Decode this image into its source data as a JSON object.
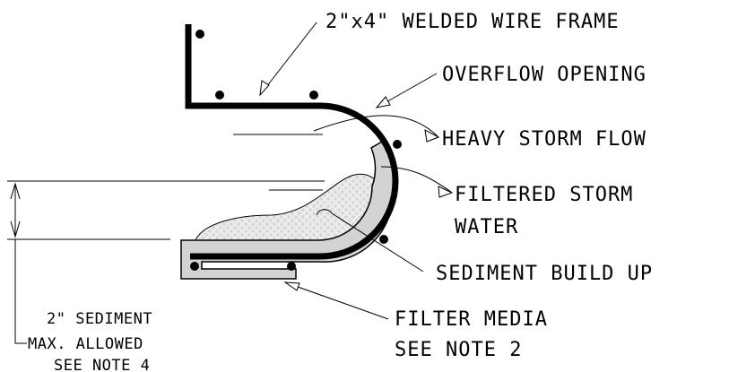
{
  "labels": {
    "frame": "2\"x4\" WELDED WIRE FRAME",
    "overflow": "OVERFLOW OPENING",
    "heavy_flow": "HEAVY STORM FLOW",
    "filtered_line1": "FILTERED STORM",
    "filtered_line2": "WATER",
    "sediment": "SEDIMENT BUILD UP",
    "filter_line1": "FILTER MEDIA",
    "filter_line2": "SEE NOTE 2",
    "max_line1": "2\" SEDIMENT",
    "max_line2": "MAX. ALLOWED",
    "max_line3": "SEE NOTE 4"
  },
  "colors": {
    "line": "#000000",
    "filter_media": "#d3d3d3",
    "sediment": "#e6e6e6",
    "background": "#ffffff"
  }
}
